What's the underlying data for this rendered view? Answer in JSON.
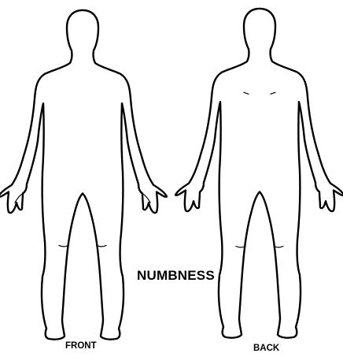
{
  "diagram": {
    "title": "NUMBNESS",
    "views": [
      {
        "label": "FRONT"
      },
      {
        "label": "BACK"
      }
    ],
    "colors": {
      "line": "#000000",
      "background": "#ffffff"
    }
  }
}
